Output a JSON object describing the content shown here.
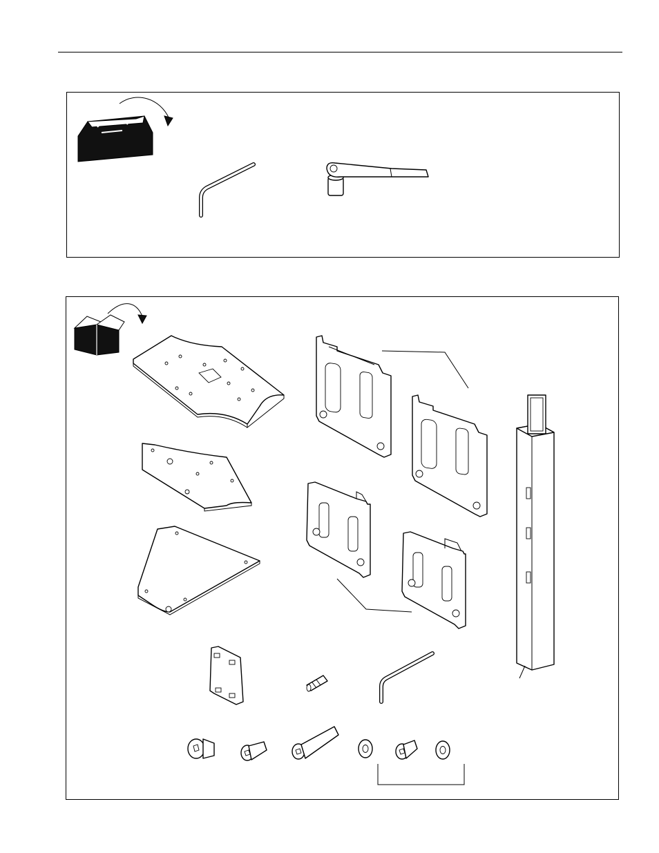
{
  "page": {
    "tools_panel": {
      "icon": "toolbox-icon",
      "items": [
        "hex-key-icon",
        "socket-wrench-icon"
      ]
    },
    "parts_panel": {
      "icon": "open-box-icon",
      "items": [
        "top-plate",
        "middle-plate",
        "bottom-plate",
        "large-interface-bracket",
        "large-interface-bracket-pair",
        "small-interface-bracket",
        "small-interface-bracket-pair",
        "square-column",
        "cover-plate",
        "spacer",
        "hex-key",
        "flat-head-screw",
        "short-button-head-screw",
        "long-button-head-screw",
        "washer",
        "button-head-screw",
        "washer"
      ]
    }
  }
}
